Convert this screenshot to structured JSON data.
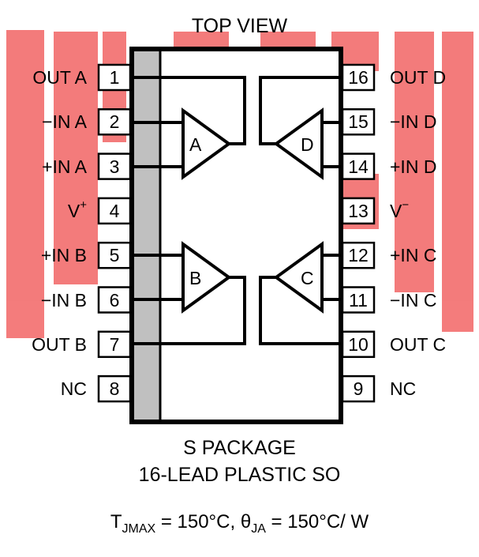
{
  "title": "TOP VIEW",
  "package_line1": "S PACKAGE",
  "package_line2": "16-LEAD PLASTIC SO",
  "formula": {
    "tjmax_main": "T",
    "tjmax_sub": "JMAX",
    "tjmax_value": " = 150°C, ",
    "theta_main": "θ",
    "theta_sub": "JA",
    "theta_value": " = 150°C/ W"
  },
  "left_pins": [
    {
      "num": "1",
      "label": "OUT A"
    },
    {
      "num": "2",
      "label": "−IN A"
    },
    {
      "num": "3",
      "label": "+IN A"
    },
    {
      "num": "4",
      "label": "V",
      "sup": "+"
    },
    {
      "num": "5",
      "label": "+IN B"
    },
    {
      "num": "6",
      "label": "−IN B"
    },
    {
      "num": "7",
      "label": "OUT B"
    },
    {
      "num": "8",
      "label": "NC"
    }
  ],
  "right_pins": [
    {
      "num": "16",
      "label": "OUT D"
    },
    {
      "num": "15",
      "label": "−IN D"
    },
    {
      "num": "14",
      "label": "+IN D"
    },
    {
      "num": "13",
      "label": "V",
      "sup": "−"
    },
    {
      "num": "12",
      "label": "+IN C"
    },
    {
      "num": "11",
      "label": "−IN C"
    },
    {
      "num": "10",
      "label": "OUT C"
    },
    {
      "num": "9",
      "label": "NC"
    }
  ],
  "amplifiers": [
    "A",
    "B",
    "C",
    "D"
  ],
  "colors": {
    "outline": "#000000",
    "body_fill": "#ffffff",
    "die_strip": "#c0c0c0",
    "watermark": "#f05050"
  }
}
